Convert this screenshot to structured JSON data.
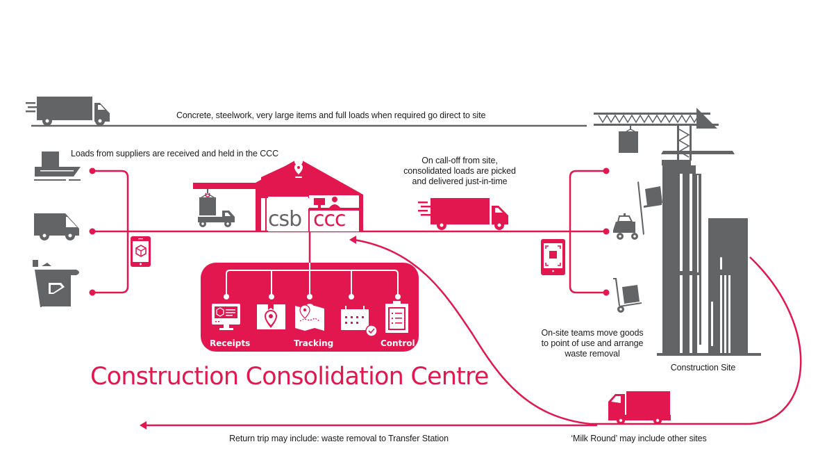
{
  "colors": {
    "accent": "#E3174F",
    "gray": "#636466",
    "text": "#1a1a1a",
    "background": "#ffffff"
  },
  "title": "Construction Consolidation Centre",
  "brand": {
    "left": "csb",
    "right": "ccc"
  },
  "labels": {
    "direct_route": "Concrete, steelwork, very large items and full loads when required go direct to site",
    "suppliers": "Loads from suppliers are received and held in the CCC",
    "call_off": [
      "On call-off from site,",
      "consolidated loads are picked",
      "and delivered just-in-time"
    ],
    "on_site": [
      "On-site teams move goods",
      "to point of use and arrange",
      "waste removal"
    ],
    "site": "Construction Site",
    "milk_round": "‘Milk Round’ may include other sites",
    "return_trip": "Return trip may include: waste removal to Transfer Station"
  },
  "modules": [
    {
      "name": "Receipts",
      "icon": "monitor-box-icon",
      "label": "Receipts"
    },
    {
      "name": "Location",
      "icon": "box-pin-icon",
      "label": ""
    },
    {
      "name": "Tracking",
      "icon": "map-icon",
      "label": "Tracking"
    },
    {
      "name": "Schedule",
      "icon": "calendar-check-icon",
      "label": ""
    },
    {
      "name": "Control",
      "icon": "clipboard-icon",
      "label": "Control"
    }
  ],
  "suppliers": [
    {
      "icon": "ship-icon"
    },
    {
      "icon": "van-icon"
    },
    {
      "icon": "plane-box-icon"
    }
  ],
  "site_equipment": [
    {
      "icon": "crane-box-icon"
    },
    {
      "icon": "forklift-icon"
    },
    {
      "icon": "hand-truck-icon"
    }
  ]
}
